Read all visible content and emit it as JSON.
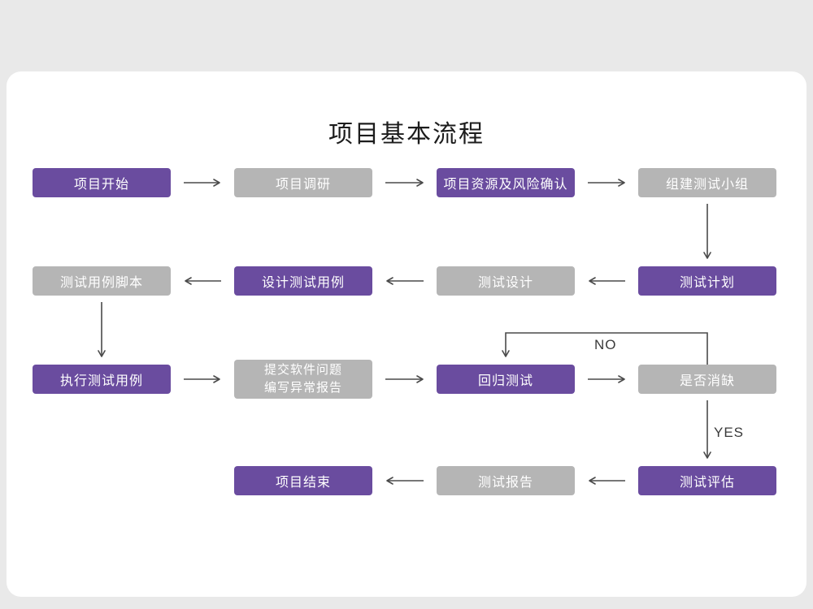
{
  "title": "项目基本流程",
  "colors": {
    "accent_purple": "#6a4c9f",
    "node_gray": "#b5b5b5",
    "arrow": "#4a4a4a",
    "background": "#e9e9e9",
    "card": "#ffffff",
    "node_text": "#ffffff"
  },
  "nodes": {
    "start": {
      "label": "项目开始",
      "variant": "purple"
    },
    "research": {
      "label": "项目调研",
      "variant": "gray"
    },
    "risk": {
      "label": "项目资源及风险确认",
      "variant": "purple"
    },
    "team": {
      "label": "组建测试小组",
      "variant": "gray"
    },
    "plan": {
      "label": "测试计划",
      "variant": "purple"
    },
    "design": {
      "label": "测试设计",
      "variant": "gray"
    },
    "case_design": {
      "label": "设计测试用例",
      "variant": "purple"
    },
    "script": {
      "label": "测试用例脚本",
      "variant": "gray"
    },
    "execute": {
      "label": "执行测试用例",
      "variant": "purple"
    },
    "submit": {
      "line1": "提交软件问题",
      "line2": "编写异常报告",
      "variant": "gray"
    },
    "regression": {
      "label": "回归测试",
      "variant": "purple"
    },
    "defect": {
      "label": "是否消缺",
      "variant": "gray"
    },
    "evaluate": {
      "label": "测试评估",
      "variant": "purple"
    },
    "report": {
      "label": "测试报告",
      "variant": "gray"
    },
    "end": {
      "label": "项目结束",
      "variant": "purple"
    }
  },
  "edge_labels": {
    "no": "NO",
    "yes": "YES"
  }
}
